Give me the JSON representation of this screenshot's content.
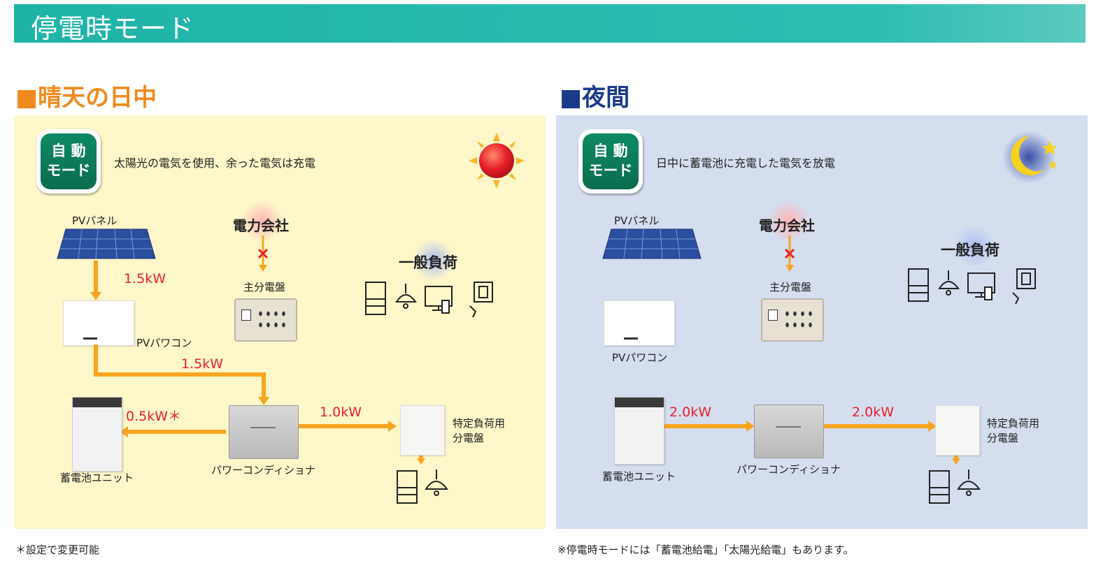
{
  "header": {
    "title": "停電時モード"
  },
  "colors": {
    "header": "#2ab9af",
    "day_title": "#f08a1c",
    "night_title": "#1a3a8a",
    "flow": "#f7a520",
    "kw": "#e8202a"
  },
  "day": {
    "title": "■晴天の日中",
    "badge": {
      "line1": "自 動",
      "line2": "モード"
    },
    "description": "太陽光の電気を使用、余った電気は充電",
    "labels": {
      "pv_panel": "PVパネル",
      "power_company": "電力会社",
      "main_panel": "主分電盤",
      "general_load": "一般負荷",
      "pv_pcs": "PVパワコン",
      "battery": "蓄電池ユニット",
      "power_conditioner": "パワーコンディショナ",
      "specific_load_1": "特定負荷用",
      "specific_load_2": "分電盤"
    },
    "flows": {
      "pv_to_pcs": "1.5kW",
      "pcs_to_conditioner": "1.5kW",
      "to_battery": "0.5kW＊",
      "to_specific": "1.0kW"
    }
  },
  "night": {
    "title": "■夜間",
    "badge": {
      "line1": "自 動",
      "line2": "モード"
    },
    "description": "日中に蓄電池に充電した電気を放電",
    "labels": {
      "pv_panel": "PVパネル",
      "power_company": "電力会社",
      "main_panel": "主分電盤",
      "general_load": "一般負荷",
      "pv_pcs": "PVパワコン",
      "battery": "蓄電池ユニット",
      "power_conditioner": "パワーコンディショナ",
      "specific_load_1": "特定負荷用",
      "specific_load_2": "分電盤"
    },
    "flows": {
      "battery_to_conditioner": "2.0kW",
      "to_specific": "2.0kW"
    }
  },
  "footnotes": {
    "left": "＊設定で変更可能",
    "right": "※停電時モードには「蓄電池給電」「太陽光給電」もあります。"
  }
}
